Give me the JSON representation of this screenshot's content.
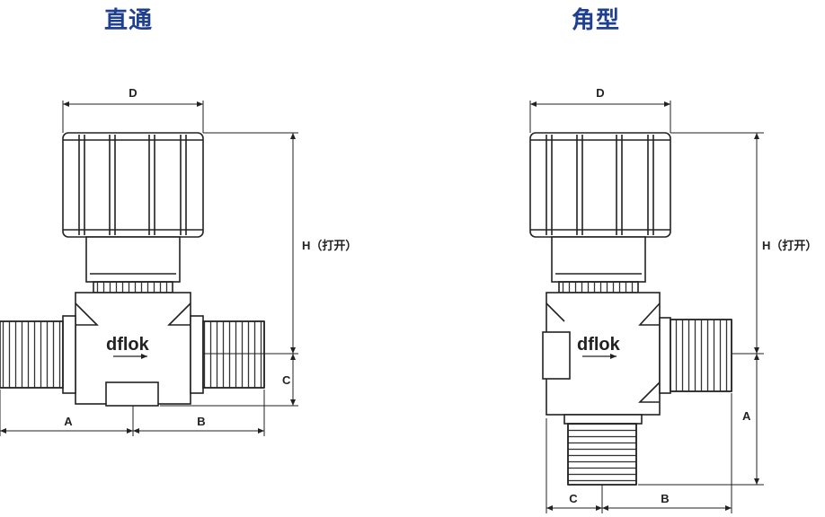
{
  "titles": {
    "left": "直通",
    "right": "角型"
  },
  "brand": "dflok",
  "left_dims": {
    "D": "D",
    "H": "H（打开）",
    "C": "C",
    "A": "A",
    "B": "B"
  },
  "right_dims": {
    "D": "D",
    "H": "H（打开）",
    "A": "A",
    "C": "C",
    "B": "B"
  },
  "colors": {
    "title": "#1f3f8f",
    "line": "#222222"
  }
}
